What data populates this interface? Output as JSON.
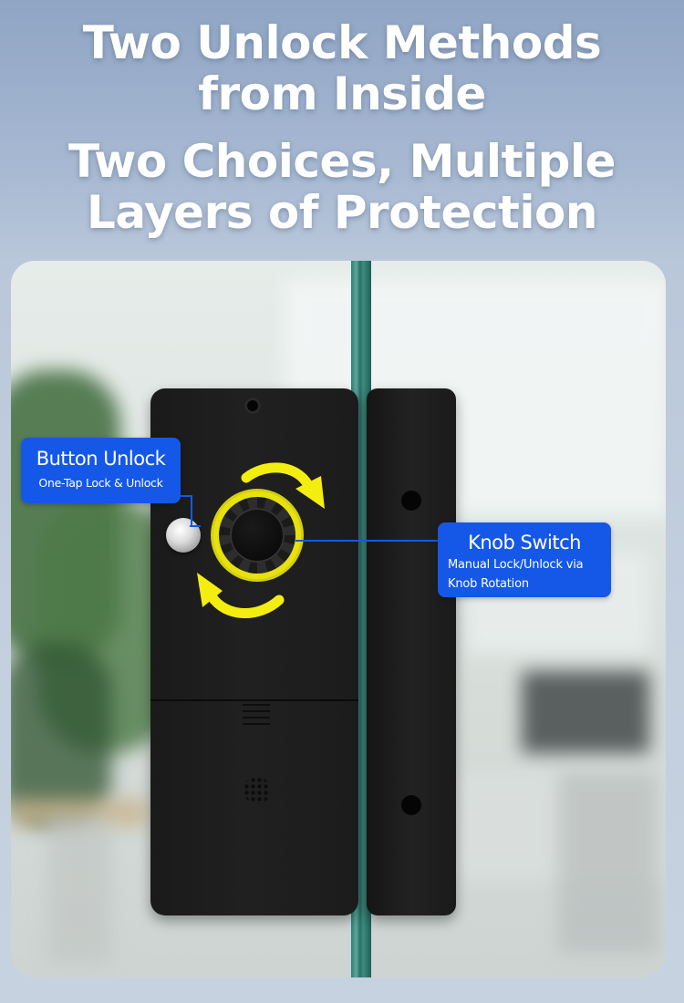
{
  "header": {
    "title_line1": "Two Unlock Methods",
    "title_line2": "from Inside",
    "subtitle_line1": "Two Choices, Multiple",
    "subtitle_line2": "Layers of Protection"
  },
  "callouts": {
    "button_unlock": {
      "title": "Button Unlock",
      "subtitle": "One-Tap Lock & Unlock"
    },
    "knob_switch": {
      "title": "Knob Switch",
      "line1": "Manual Lock/Unlock via",
      "line2": "Knob Rotation"
    }
  },
  "colors": {
    "callout_blue": "#1558e8",
    "arrow_yellow": "#f4ee10",
    "knob_ring_yellow": "#e7e20e",
    "glass_green": "#2f7d73"
  },
  "icons": {
    "rotation": "curved-rotation-arrows"
  }
}
